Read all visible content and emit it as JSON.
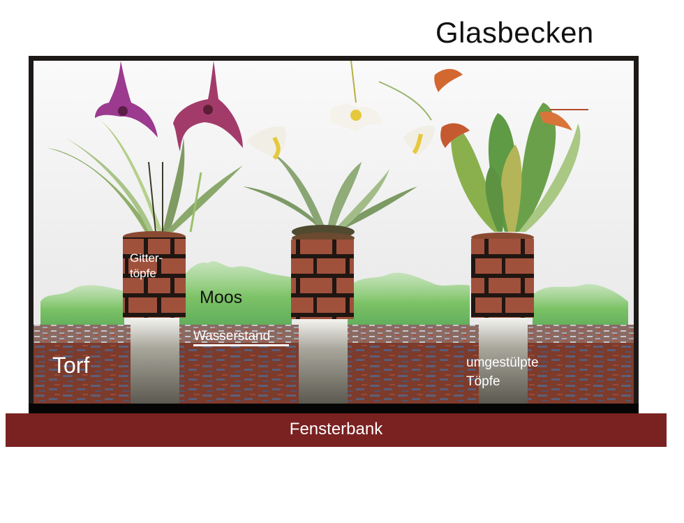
{
  "diagram": {
    "title": "Glasbecken",
    "labels": {
      "pot_type": "Gitter-\ntöpfe",
      "pot_type_line1": "Gitter-",
      "pot_type_line2": "töpfe",
      "moss": "Moos",
      "water_level": "Wasserstand",
      "peat": "Torf",
      "pedestal_line1": "umgestülpte",
      "pedestal_line2": "Töpfe",
      "windowsill": "Fensterbank"
    },
    "plants": [
      {
        "name": "purple-orchid",
        "flower_color": "#9b3a8f",
        "flower_count": 2
      },
      {
        "name": "white-orchid",
        "flower_color": "#f4f2e8",
        "flower_count": 3
      },
      {
        "name": "orange-orchid",
        "flower_color": "#d2672f",
        "flower_count": 3
      }
    ],
    "colors": {
      "frame": "#1d1917",
      "brick": "#a0513c",
      "mortar": "#201612",
      "moss": "#7cc266",
      "peat_red": "#8c3e2c",
      "peat_blue": "#5a5f78",
      "pedestal_top": "#f2f2ee",
      "pedestal_bottom": "#5f5c53",
      "windowsill": "#7a2121"
    }
  }
}
